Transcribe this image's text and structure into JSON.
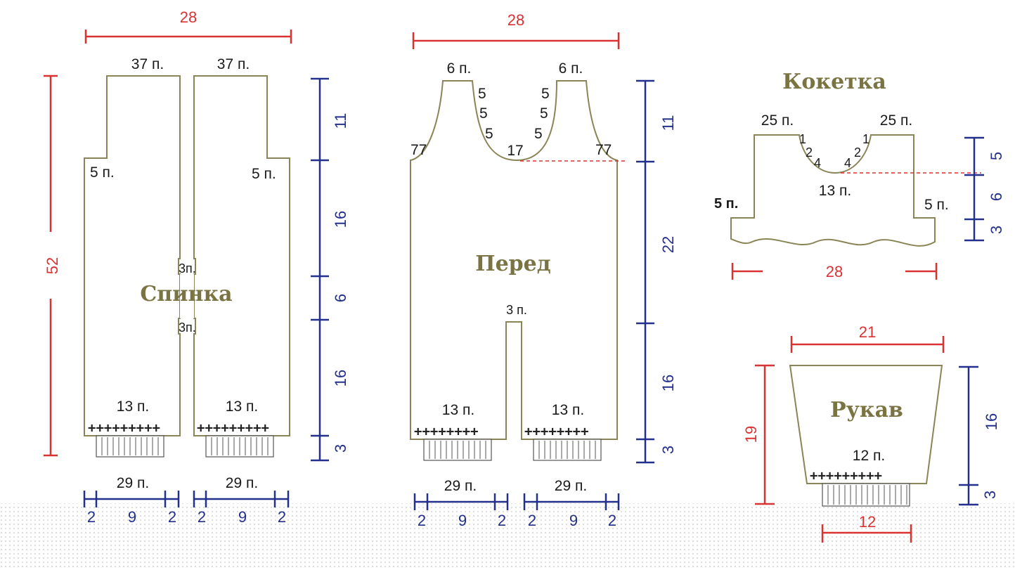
{
  "back": {
    "title": "Спинка",
    "width": "28",
    "height": "52",
    "top_left": "37 п.",
    "top_right": "37 п.",
    "side_left": "5 п.",
    "side_right": "5 п.",
    "notch_top": "3п.",
    "notch_bottom": "3п.",
    "bottom_left": "13 п.",
    "bottom_right": "13 п.",
    "plus_row": "+++++++++",
    "cuff_left": "29 п.",
    "cuff_right": "29 п.",
    "vert": [
      "11",
      "16",
      "6",
      "16",
      "3"
    ],
    "horiz_left": [
      "2",
      "9",
      "2"
    ],
    "horiz_right": [
      "2",
      "9",
      "2"
    ]
  },
  "front": {
    "title": "Перед",
    "width": "28",
    "top_left": "6 п.",
    "top_right": "6 п.",
    "neck_steps_left": [
      "5",
      "5",
      "5"
    ],
    "neck_steps_right": [
      "5",
      "5",
      "5"
    ],
    "neck_center": "17",
    "arm_left": "77",
    "arm_right": "77",
    "crotch": "3 п.",
    "bottom_left": "13 п.",
    "bottom_right": "13 п.",
    "plus_row": "++++++++",
    "cuff_left": "29 п.",
    "cuff_right": "29 п.",
    "vert": [
      "11",
      "22",
      "16",
      "3"
    ],
    "horiz_left": [
      "2",
      "9",
      "2"
    ],
    "horiz_right": [
      "2",
      "9",
      "2"
    ]
  },
  "yoke": {
    "title": "Кокетка",
    "top_left": "25 п.",
    "top_right": "25 п.",
    "neck_left_steps": [
      "1",
      "2",
      "4"
    ],
    "neck_right_steps": [
      "4",
      "2",
      "1"
    ],
    "neck_center": "13 п.",
    "side_left": "5 п.",
    "side_right": "5 п.",
    "width": "28",
    "vert": [
      "5",
      "6",
      "3"
    ]
  },
  "sleeve": {
    "title": "Рукав",
    "top_width": "21",
    "height": "19",
    "stitches": "12 п.",
    "plus_row": "+++++++++",
    "cuff_width": "12",
    "vert": [
      "16",
      "3"
    ]
  }
}
